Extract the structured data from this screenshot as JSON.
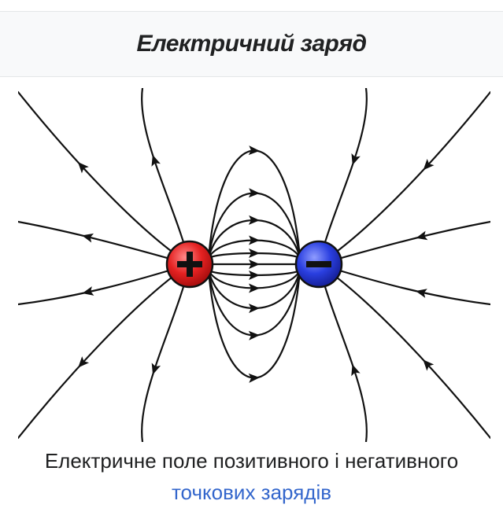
{
  "infobox": {
    "title": "Електричний заряд",
    "caption_text": "Електричне поле позитивного і негативного",
    "caption_link": "точкових зарядів"
  },
  "figure": {
    "positive_charge": {
      "symbol": "+",
      "color": "#e52222"
    },
    "negative_charge": {
      "symbol": "−",
      "color": "#2a3fe0"
    },
    "field_line_color": "#111111"
  }
}
